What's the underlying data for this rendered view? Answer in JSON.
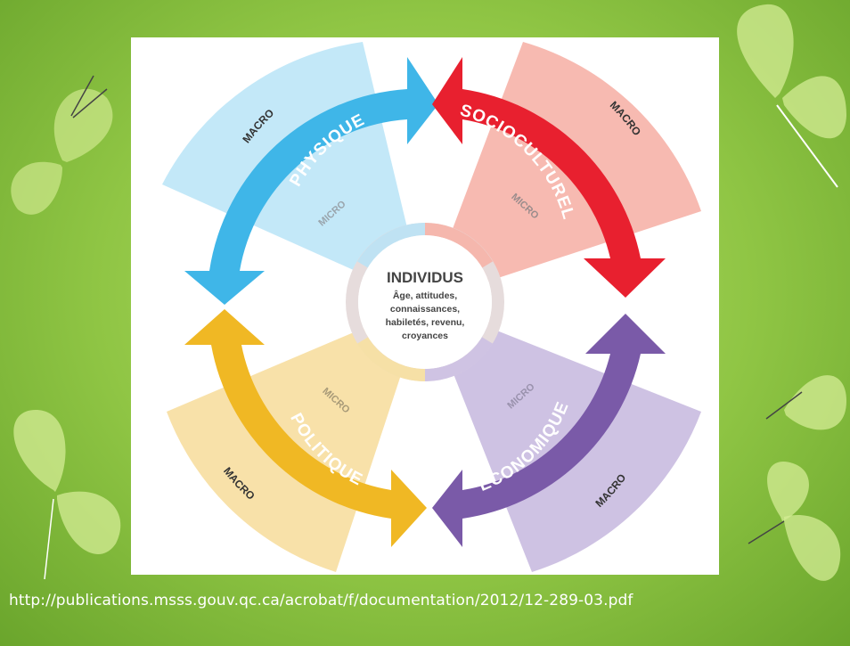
{
  "diagram": {
    "center": {
      "title": "INDIVIDUS",
      "lines": [
        "Âge, attitudes,",
        "connaissances,",
        "habiletés, revenu,",
        "croyances"
      ]
    },
    "quadrants": [
      {
        "name": "PHYSIQUE",
        "macro": "MACRO",
        "micro": "MICRO",
        "color": "#3fb6e8"
      },
      {
        "name": "SOCIOCULTUREL",
        "macro": "MACRO",
        "micro": "MICRO",
        "color": "#e8202f"
      },
      {
        "name": "ÉCONOMIQUE",
        "macro": "MACRO",
        "micro": "MICRO",
        "color": "#7a5aa8"
      },
      {
        "name": "POLITIQUE",
        "macro": "MACRO",
        "micro": "MICRO",
        "color": "#f0b824"
      }
    ]
  },
  "source": {
    "url": "http://publications.msss.gouv.qc.ca/acrobat/f/documentation/2012/12-289-03.pdf"
  }
}
